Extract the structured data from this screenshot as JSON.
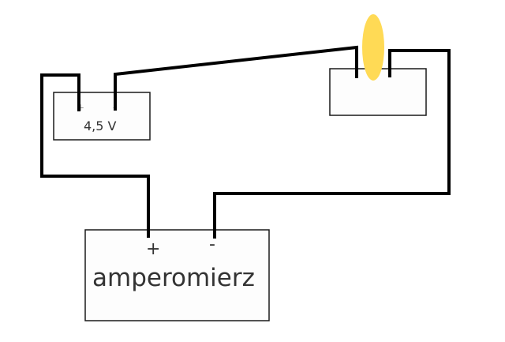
{
  "diagram": {
    "type": "electric-circuit",
    "battery": {
      "label": "4,5 V",
      "plus": "+",
      "minus": "-"
    },
    "bulb": {
      "name": "light bulb",
      "color": "#FFDA55"
    },
    "ammeter": {
      "label": "amperomierz",
      "plus": "+",
      "minus": "-"
    },
    "connections": [
      {
        "from": "battery.plus",
        "to": "ammeter.plus"
      },
      {
        "from": "battery.minus",
        "to": "bulb.left"
      },
      {
        "from": "bulb.right",
        "to": "ammeter.minus"
      }
    ],
    "colors": {
      "wire": "#000000",
      "outline": "#1a1a1a",
      "text": "#333333"
    }
  }
}
